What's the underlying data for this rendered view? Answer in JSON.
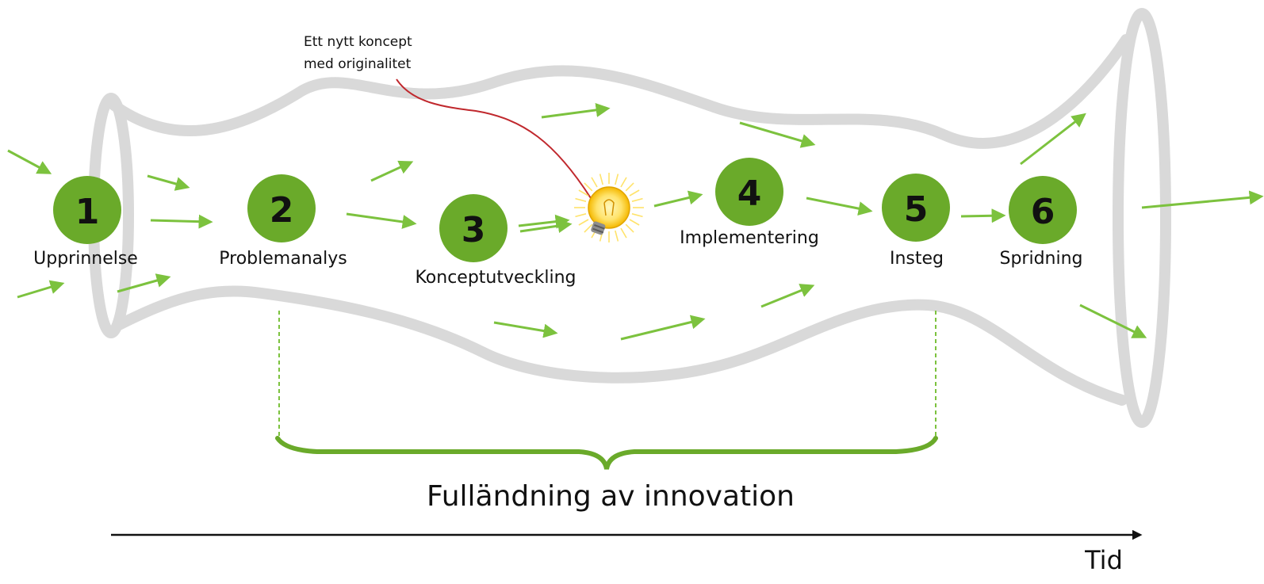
{
  "diagram": {
    "stages": [
      {
        "number": "1",
        "label": "Upprinnelse"
      },
      {
        "number": "2",
        "label": "Problemanalys"
      },
      {
        "number": "3",
        "label": "Konceptutveckling"
      },
      {
        "number": "4",
        "label": "Implementering"
      },
      {
        "number": "5",
        "label": "Insteg"
      },
      {
        "number": "6",
        "label": "Spridning"
      }
    ],
    "callout": {
      "line1": "Ett nytt koncept",
      "line2": "med originalitet"
    },
    "bracket_label": "Fulländning av innovation",
    "time_label": "Tid",
    "colors": {
      "stage_fill": "#6aaa2a",
      "arrow": "#7cc23e",
      "tube": "#d9d9d9",
      "callout_line": "#c0282d",
      "bulb": "#f5c518",
      "text": "#111111"
    },
    "icons": [
      "lightbulb-icon"
    ]
  }
}
